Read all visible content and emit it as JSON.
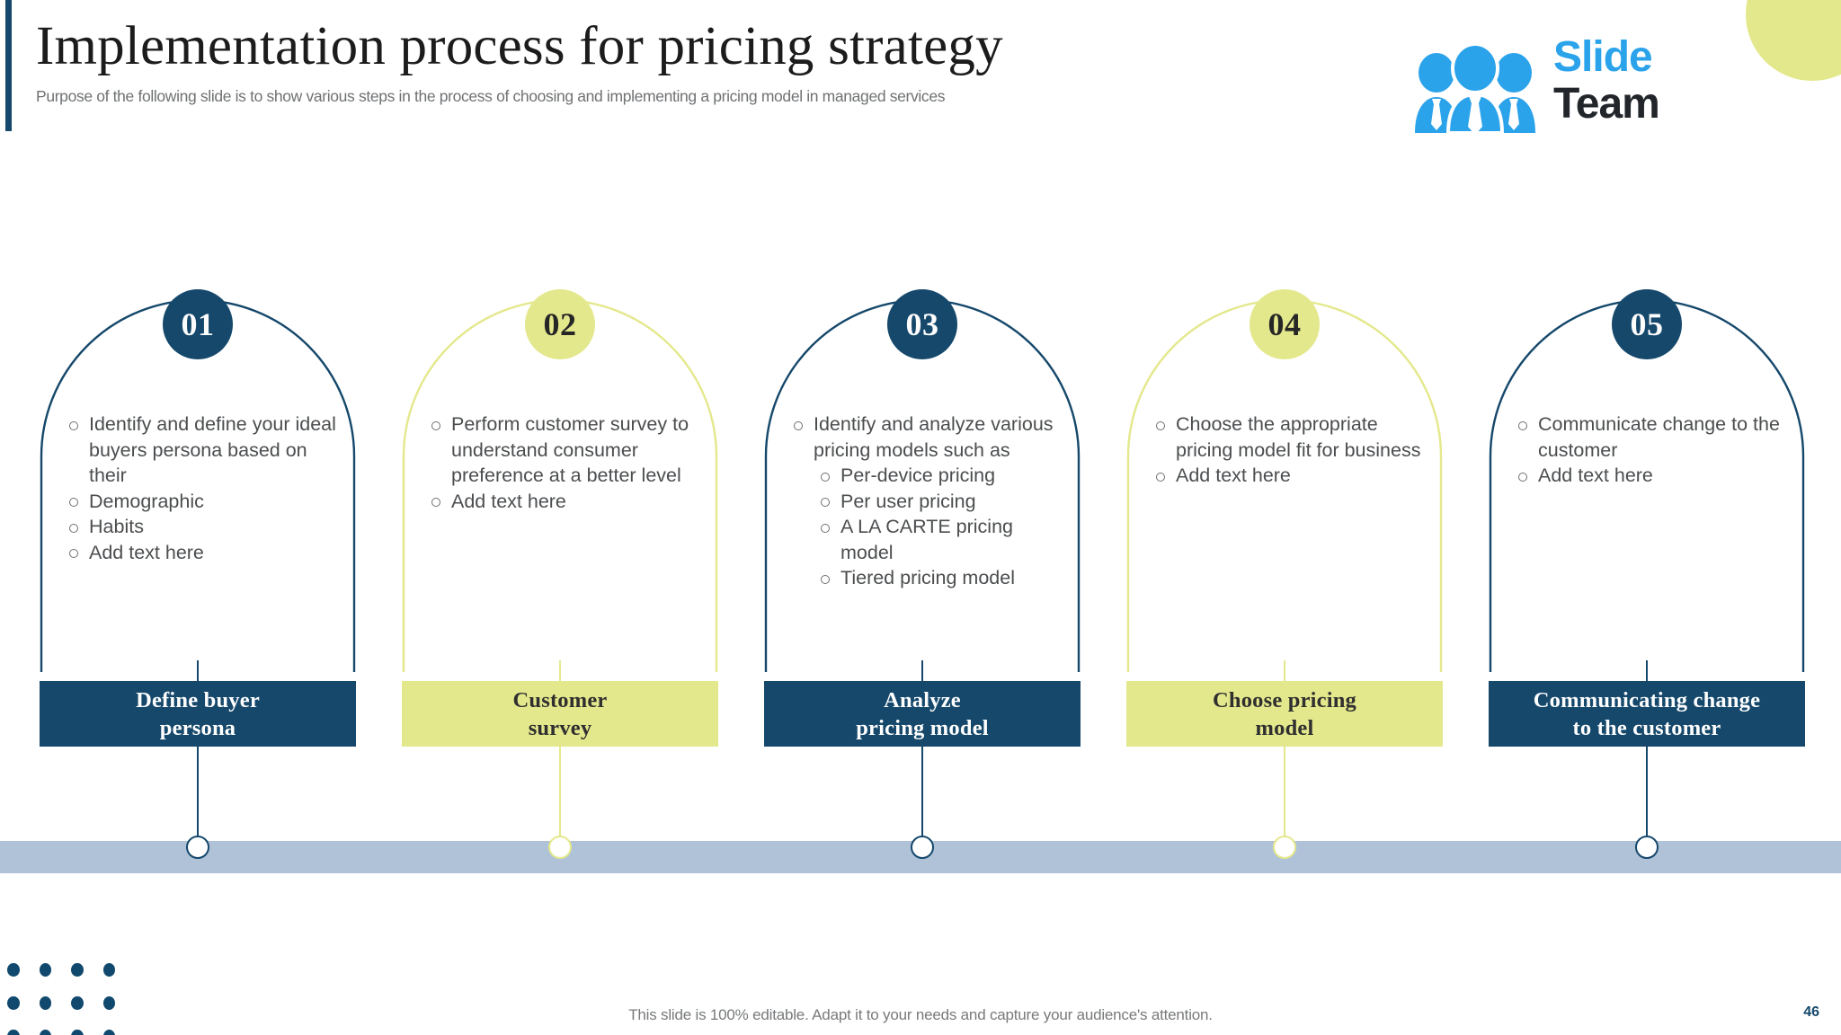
{
  "header": {
    "title": "Implementation process for pricing strategy",
    "subtitle": "Purpose of the following slide is to show various steps in the process of choosing and implementing a pricing model in managed services"
  },
  "logo": {
    "word1": "Slide",
    "word2": "Team",
    "mark_name": "people-group-icon"
  },
  "colors": {
    "navy": "#15486b",
    "yellow": "#e4e88c",
    "band": "#b0c2d8",
    "title_text": "#1c1c1c",
    "body_text": "#4b4d4f",
    "subtitle_text": "#6f7173",
    "logo_blue": "#2ba3eb"
  },
  "steps": [
    {
      "number": "01",
      "accent": "navy",
      "label": "Define buyer\npersona",
      "label_line1": "Define buyer",
      "label_line2": "persona",
      "bullets": [
        {
          "text": "Identify and define your ideal buyers persona based on their",
          "level": 1
        },
        {
          "text": "Demographic",
          "level": 1
        },
        {
          "text": "Habits",
          "level": 1
        },
        {
          "text": "Add text here",
          "level": 1
        }
      ]
    },
    {
      "number": "02",
      "accent": "yellow",
      "label": "Customer\nsurvey",
      "label_line1": "Customer",
      "label_line2": "survey",
      "bullets": [
        {
          "text": "Perform customer survey to understand consumer preference at a better level",
          "level": 1
        },
        {
          "text": "Add text here",
          "level": 1
        }
      ]
    },
    {
      "number": "03",
      "accent": "navy",
      "label": "Analyze\npricing model",
      "label_line1": "Analyze",
      "label_line2": "pricing model",
      "bullets": [
        {
          "text": "Identify and analyze various pricing models such as",
          "level": 1
        },
        {
          "text": "Per-device pricing",
          "level": 2
        },
        {
          "text": "Per user pricing",
          "level": 2
        },
        {
          "text": "A LA CARTE pricing model",
          "level": 2
        },
        {
          "text": "Tiered pricing model",
          "level": 2
        }
      ]
    },
    {
      "number": "04",
      "accent": "yellow",
      "label": "Choose pricing\nmodel",
      "label_line1": "Choose pricing",
      "label_line2": "model",
      "bullets": [
        {
          "text": "Choose the appropriate pricing model fit for business",
          "level": 1
        },
        {
          "text": "Add text here",
          "level": 1
        }
      ]
    },
    {
      "number": "05",
      "accent": "navy",
      "label": "Communicating change\nto the customer",
      "label_line1": "Communicating change",
      "label_line2": "to the customer",
      "bullets": [
        {
          "text": "Communicate change to the customer",
          "level": 1
        },
        {
          "text": "Add text here",
          "level": 1
        }
      ]
    }
  ],
  "footer": {
    "note": "This slide is 100% editable. Adapt it to your needs and capture your audience's attention.",
    "page_number": "46"
  }
}
